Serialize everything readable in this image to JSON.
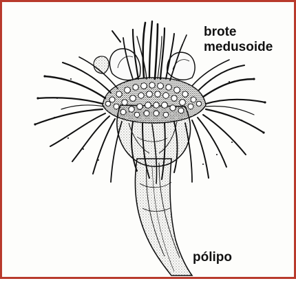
{
  "figure": {
    "frame_color": "#b83a2c",
    "ink_color": "#111111",
    "labels": {
      "bud_line1": "brote",
      "bud_line2": "medusoide",
      "polyp": "pólipo"
    }
  }
}
